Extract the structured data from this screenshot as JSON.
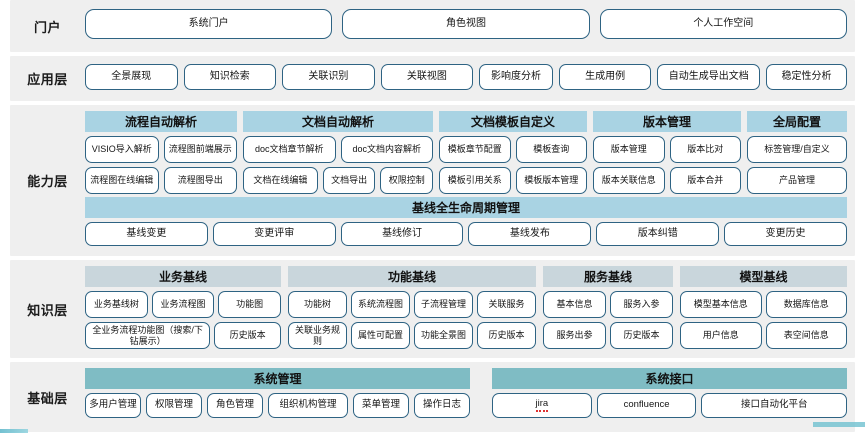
{
  "layers": [
    {
      "id": "portal",
      "label": "门户",
      "items": [
        "系统门户",
        "角色视图",
        "个人工作空间"
      ]
    },
    {
      "id": "application",
      "label": "应用层",
      "items": [
        "全景展现",
        "知识检索",
        "关联识别",
        "关联视图",
        "影响度分析",
        "生成用例",
        "自动生成导出文档",
        "稳定性分析"
      ]
    },
    {
      "id": "capability",
      "label": "能力层",
      "groups": [
        {
          "title": "流程自动解析",
          "rows": [
            [
              "VISIO导入解析",
              "流程图前端展示"
            ],
            [
              "流程图在线编辑",
              "流程图导出"
            ]
          ]
        },
        {
          "title": "文档自动解析",
          "rows": [
            [
              "doc文档章节解析",
              "doc文档内容解析"
            ],
            [
              "文档在线编辑",
              "文档导出",
              "权限控制"
            ]
          ]
        },
        {
          "title": "文档模板自定义",
          "rows": [
            [
              "模板章节配置",
              "模板查询"
            ],
            [
              "模板引用关系",
              "模板版本管理"
            ]
          ]
        },
        {
          "title": "版本管理",
          "rows": [
            [
              "版本管理",
              "版本比对"
            ],
            [
              "版本关联信息",
              "版本合并"
            ]
          ]
        },
        {
          "title": "全局配置",
          "rows": [
            [
              "标签管理/自定义"
            ],
            [
              "产品管理"
            ]
          ]
        }
      ],
      "lifecycle": {
        "title": "基线全生命周期管理",
        "items": [
          "基线变更",
          "变更评审",
          "基线修订",
          "基线发布",
          "版本纠错",
          "变更历史"
        ]
      }
    },
    {
      "id": "knowledge",
      "label": "知识层",
      "groups": [
        {
          "title": "业务基线",
          "rows": [
            [
              "业务基线树",
              "业务流程图",
              "功能图"
            ],
            [
              "全业务流程功能图（搜索/下钻展示）",
              "历史版本"
            ]
          ]
        },
        {
          "title": "功能基线",
          "rows": [
            [
              "功能树",
              "系统流程图",
              "子流程管理",
              "关联服务"
            ],
            [
              "关联业务规则",
              "属性可配置",
              "功能全景图",
              "历史版本"
            ]
          ]
        },
        {
          "title": "服务基线",
          "rows": [
            [
              "基本信息",
              "服务入参"
            ],
            [
              "服务出参",
              "历史版本"
            ]
          ]
        },
        {
          "title": "模型基线",
          "rows": [
            [
              "模型基本信息",
              "数据库信息"
            ],
            [
              "用户信息",
              "表空间信息"
            ]
          ]
        }
      ]
    },
    {
      "id": "foundation",
      "label": "基础层",
      "groups": [
        {
          "title": "系统管理",
          "rows": [
            [
              "多用户管理",
              "权限管理",
              "角色管理",
              "组织机构管理",
              "菜单管理",
              "操作日志"
            ]
          ]
        },
        {
          "title": "系统接口",
          "rows": [
            [
              "jira",
              "confluence",
              "接口自动化平台"
            ]
          ]
        }
      ]
    }
  ],
  "colors": {
    "band_bg": "#efefef",
    "pill_border": "#2e6383",
    "header_blue": "#a9d3e3",
    "header_gray": "#c9d6dc",
    "header_teal": "#7fbcc4"
  }
}
